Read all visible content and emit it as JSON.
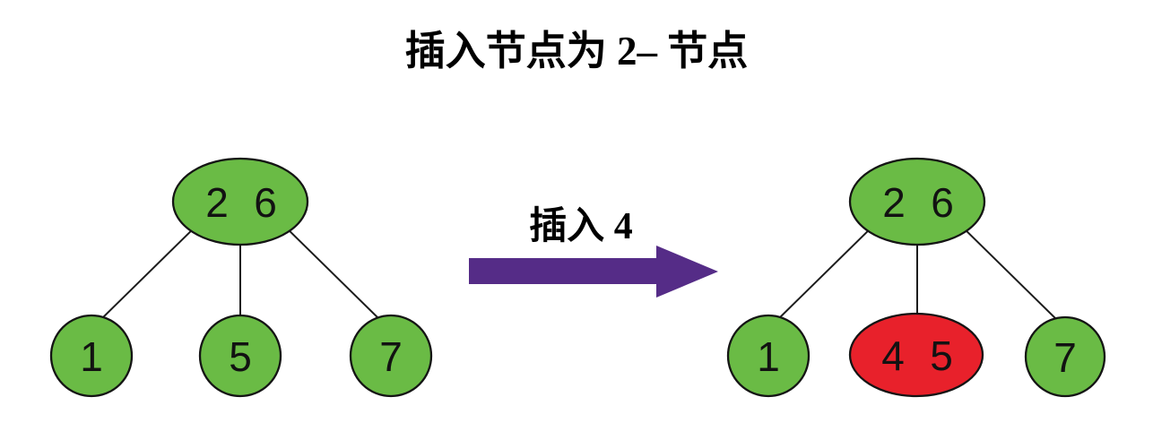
{
  "title": "插入节点为 2– 节点",
  "arrow": {
    "label": "插入 4"
  },
  "colors": {
    "node_green": "#6ABB45",
    "node_red": "#E8212B",
    "arrow_purple": "#552C87"
  },
  "left_tree": {
    "root": {
      "keys": [
        "2",
        "6"
      ]
    },
    "children": [
      {
        "keys": [
          "1"
        ]
      },
      {
        "keys": [
          "5"
        ]
      },
      {
        "keys": [
          "7"
        ]
      }
    ]
  },
  "right_tree": {
    "root": {
      "keys": [
        "2",
        "6"
      ]
    },
    "children": [
      {
        "keys": [
          "1"
        ]
      },
      {
        "keys": [
          "4",
          "5"
        ]
      },
      {
        "keys": [
          "7"
        ]
      }
    ]
  }
}
